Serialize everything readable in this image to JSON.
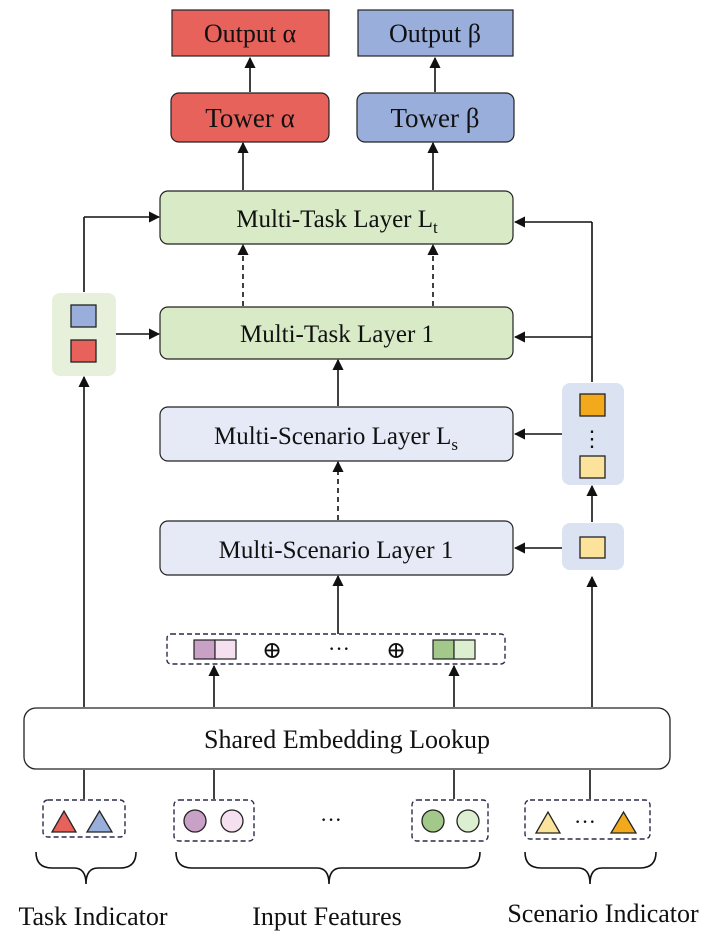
{
  "outputs": {
    "alpha": "Output α",
    "beta": "Output β"
  },
  "towers": {
    "alpha": "Tower α",
    "beta": "Tower β"
  },
  "layers": {
    "multi_task_top": "Multi-Task Layer L",
    "multi_task_top_sub": "t",
    "multi_task_1": "Multi-Task Layer 1",
    "multi_scenario_top": "Multi-Scenario Layer L",
    "multi_scenario_top_sub": "s",
    "multi_scenario_1": "Multi-Scenario Layer 1"
  },
  "embedding": {
    "label": "Shared Embedding Lookup",
    "concat_symbol": "⊕",
    "ellipsis": "···"
  },
  "scenario_stack_dots": "⋮",
  "inputs": {
    "ellipsis": "···",
    "scenario_ellipsis": "···"
  },
  "labels": {
    "task_indicator": "Task Indicator",
    "input_features": "Input Features",
    "scenario_indicator": "Scenario Indicator"
  },
  "colors": {
    "tower_alpha": "#e8625c",
    "tower_beta": "#9aaedb",
    "multi_task": "#d8ebc6",
    "multi_scenario": "#e6eaf6",
    "task_panel": "#e6f0da",
    "scenario_panel": "#dbe3f2",
    "scenario_gold": "#f2aa1c",
    "scenario_light": "#fbe39b",
    "feature_purple": "#c9a0c6",
    "feature_purple_light": "#f5e0f0",
    "feature_green": "#a2c98a",
    "feature_green_light": "#dcefd0",
    "task_red": "#e8625c",
    "task_blue": "#9aaedb"
  }
}
